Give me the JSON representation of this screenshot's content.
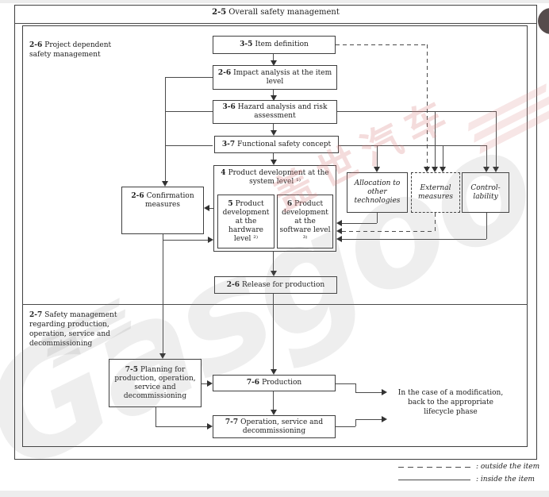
{
  "header": {
    "num": "2-5",
    "label": "Overall safety management"
  },
  "sections": {
    "project": {
      "num": "2-6",
      "label": "Project dependent\nsafety management"
    },
    "production": {
      "num": "2-7",
      "label": "Safety management regarding production, operation, service and decommissioning"
    }
  },
  "nodes": {
    "item_definition": {
      "num": "3-5",
      "label": "Item definition"
    },
    "impact_analysis": {
      "num": "2-6",
      "label": "Impact analysis at the item level"
    },
    "hazard_analysis": {
      "num": "3-6",
      "label": "Hazard analysis and risk assessment"
    },
    "functional_safety_concept": {
      "num": "3-7",
      "label": "Functional safety concept"
    },
    "system_dev": {
      "num": "4",
      "label": "Product development at the system level ¹⁾"
    },
    "hardware_dev": {
      "num": "5",
      "label": "Product development at the hardware level ²⁾"
    },
    "software_dev": {
      "num": "6",
      "label": "Product development at the software level ³⁾"
    },
    "allocation": {
      "label": "Allocation to other technologies"
    },
    "external_measures": {
      "label": "External measures"
    },
    "controllability": {
      "label": "Control-\nlability"
    },
    "confirmation": {
      "num": "2-6",
      "label": "Confirmation measures"
    },
    "release": {
      "num": "2-6",
      "label": "Release for production"
    },
    "planning": {
      "num": "7-5",
      "label": "Planning for production, operation, service and decommissioning"
    },
    "production": {
      "num": "7-6",
      "label": "Production"
    },
    "operation": {
      "num": "7-7",
      "label": "Operation, service and decommissioning"
    }
  },
  "note": {
    "text": "In the case of a modification,\nback to the appropriate\nlifecycle phase"
  },
  "legend": {
    "outside": ": outside the item",
    "inside": ": inside the item"
  },
  "watermark": {
    "latin": "Gasgoo",
    "cn": "盖世汽车"
  },
  "nav": {
    "back_icon": "‹"
  },
  "colors": {
    "line": "#4a4a4a",
    "back_circle": "#564c4c"
  }
}
